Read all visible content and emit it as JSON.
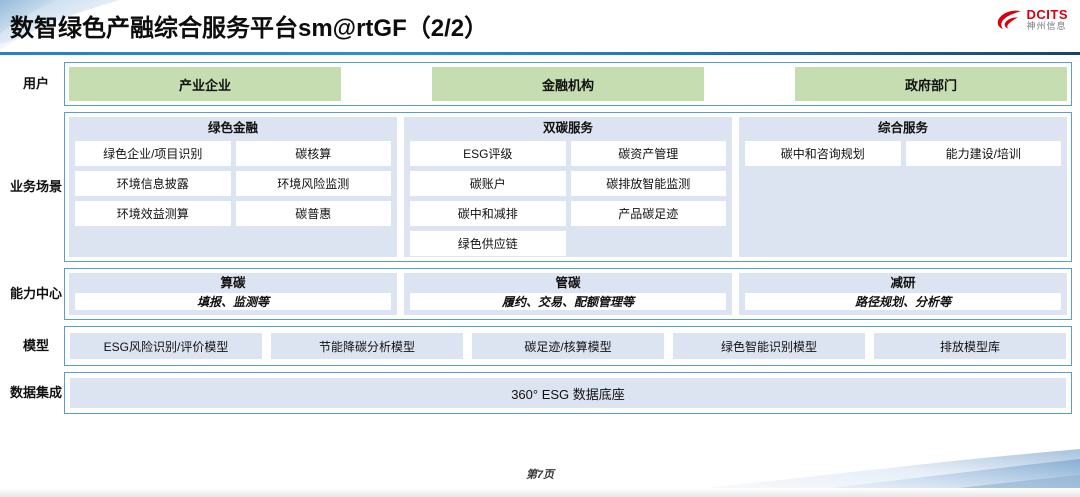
{
  "header": {
    "title": "数智绿色产融综合服务平台sm@rtGF（2/2）",
    "logo_en": "DCITS",
    "logo_cn": "神州信息",
    "accent_color": "#2e8ed4",
    "logo_color": "#d7000f"
  },
  "rows": {
    "users": {
      "label": "用户",
      "items": [
        "产业企业",
        "金融机构",
        "政府部门"
      ],
      "box_color": "#c5ddb0"
    },
    "scenarios": {
      "label": "业务场景",
      "panel_color": "#dce3f1",
      "columns": [
        {
          "title": "绿色金融",
          "items": [
            "绿色企业/项目识别",
            "碳核算",
            "环境信息披露",
            "环境风险监测",
            "环境效益测算",
            "碳普惠"
          ]
        },
        {
          "title": "双碳服务",
          "items": [
            "ESG评级",
            "碳资产管理",
            "碳账户",
            "碳排放智能监测",
            "碳中和减排",
            "产品碳足迹",
            "绿色供应链"
          ]
        },
        {
          "title": "综合服务",
          "items": [
            "碳中和咨询规划",
            "能力建设/培训"
          ]
        }
      ]
    },
    "capability": {
      "label": "能力中心",
      "columns": [
        {
          "title": "算碳",
          "sub": "填报、监测等"
        },
        {
          "title": "管碳",
          "sub": "履约、交易、配额管理等"
        },
        {
          "title": "减研",
          "sub": "路径规划、分析等"
        }
      ]
    },
    "model": {
      "label": "模型",
      "items": [
        "ESG风险识别/评价模型",
        "节能降碳分析模型",
        "碳足迹/核算模型",
        "绿色智能识别模型",
        "排放模型库"
      ]
    },
    "data": {
      "label": "数据集成",
      "item": "360° ESG 数据底座"
    }
  },
  "footer": {
    "page": "第7页"
  }
}
